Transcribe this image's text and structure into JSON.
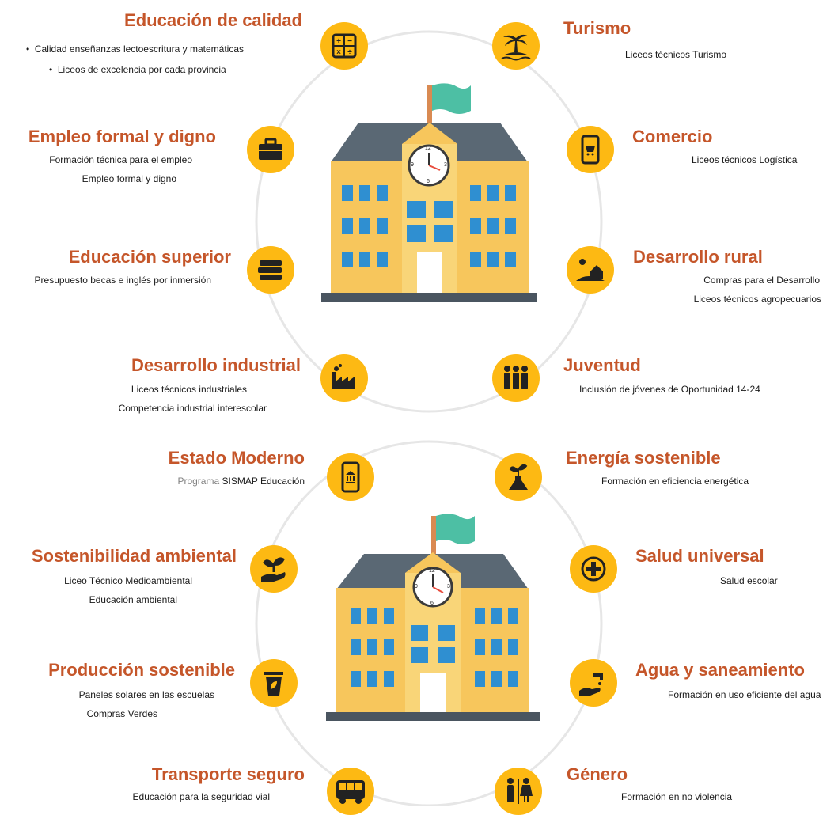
{
  "colors": {
    "title": "#C5562A",
    "icon_bg": "#FDB913",
    "school_wall": "#F7C65C",
    "roof": "#5A6874",
    "window": "#2F8FD1",
    "flag": "#4DBFA4"
  },
  "items": {
    "educacion_calidad": {
      "title": "Educación de calidad",
      "lines": [
        "Calidad enseñanzas lectoescritura y matemáticas",
        "Liceos de excelencia por cada provincia"
      ],
      "icon": "calculator-icon"
    },
    "empleo": {
      "title": "Empleo formal y digno",
      "lines": [
        "Formación técnica para el empleo",
        "Empleo formal y digno"
      ],
      "icon": "briefcase-icon"
    },
    "educacion_superior": {
      "title": "Educación superior",
      "lines": [
        "Presupuesto becas e inglés por inmersión"
      ],
      "icon": "books-icon"
    },
    "desarrollo_industrial": {
      "title": "Desarrollo industrial",
      "lines": [
        "Liceos técnicos industriales",
        "Competencia industrial interescolar"
      ],
      "icon": "factory-icon"
    },
    "turismo": {
      "title": "Turismo",
      "lines": [
        "Liceos técnicos Turismo"
      ],
      "icon": "palm-island-icon"
    },
    "comercio": {
      "title": "Comercio",
      "lines": [
        "Liceos técnicos Logística"
      ],
      "icon": "mobile-cart-icon"
    },
    "desarrollo_rural": {
      "title": "Desarrollo rural",
      "lines": [
        "Compras para el Desarrollo",
        "Liceos técnicos agropecuarios"
      ],
      "icon": "barn-icon"
    },
    "juventud": {
      "title": "Juventud",
      "lines": [
        "Inclusión de jóvenes de Oportunidad 14-24"
      ],
      "icon": "people-icon"
    },
    "estado_moderno": {
      "title": "Estado Moderno",
      "line_prefix": "Programa",
      "line_rest": "SISMAP  Educación",
      "icon": "mobile-government-icon"
    },
    "sostenibilidad": {
      "title": "Sostenibilidad ambiental",
      "lines": [
        "Liceo Técnico Medioambiental",
        "Educación ambiental"
      ],
      "icon": "hand-plant-icon"
    },
    "produccion": {
      "title": "Producción sostenible",
      "lines": [
        "Paneles solares en las escuelas",
        "Compras Verdes"
      ],
      "icon": "recycle-bin-icon"
    },
    "transporte": {
      "title": "Transporte seguro",
      "lines": [
        "Educación para la seguridad vial"
      ],
      "icon": "bus-icon"
    },
    "energia": {
      "title": "Energía sostenible",
      "lines": [
        "Formación en eficiencia energética"
      ],
      "icon": "flask-plant-icon"
    },
    "salud": {
      "title": "Salud universal",
      "lines": [
        "Salud escolar"
      ],
      "icon": "medical-cross-icon"
    },
    "agua": {
      "title": "Agua y saneamiento",
      "lines": [
        "Formación en uso eficiente del agua"
      ],
      "icon": "faucet-hand-icon"
    },
    "genero": {
      "title": "Género",
      "lines": [
        "Formación en no violencia"
      ],
      "icon": "man-woman-icon"
    }
  },
  "clock": {
    "n12": "12",
    "n3": "3",
    "n6": "6",
    "n9": "9"
  }
}
